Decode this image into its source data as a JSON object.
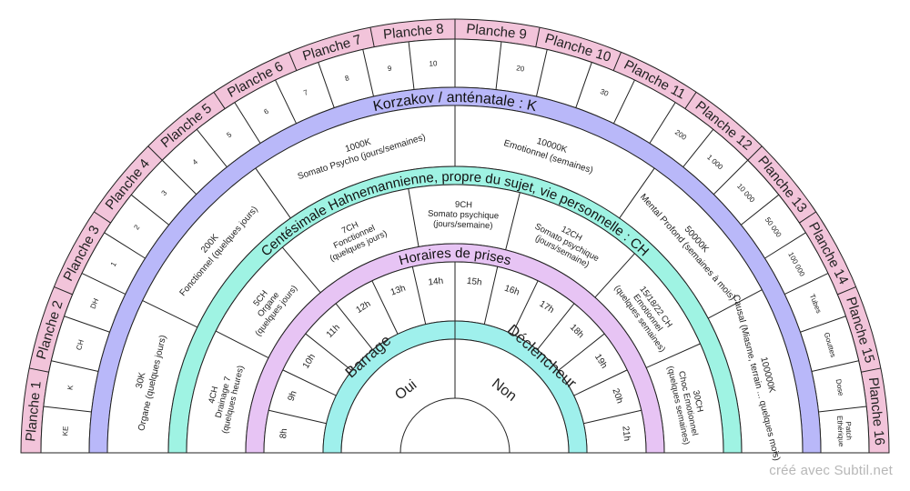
{
  "credit": "créé avec Subtil.net",
  "colors": {
    "planche_band": "#f2c4da",
    "korzakov_band": "#b9b8f9",
    "ch_band": "#9ff3e3",
    "horaires_band": "#e7c4f4",
    "center_band": "#9ff0ec",
    "stroke": "#222222",
    "white": "#ffffff"
  },
  "planches": [
    "Planche 1",
    "Planche 2",
    "Planche 3",
    "Planche 4",
    "Planche 5",
    "Planche 6",
    "Planche 7",
    "Planche 8",
    "Planche 9",
    "Planche 10",
    "Planche 11",
    "Planche 12",
    "Planche 13",
    "Planche 14",
    "Planche 15",
    "Planche 16"
  ],
  "planche_values": [
    "KE",
    "K",
    "CH",
    "DH",
    "1",
    "2",
    "3",
    "4",
    "5",
    "6",
    "7",
    "8",
    "9",
    "10",
    "",
    "20",
    "",
    "30",
    "",
    "200",
    "1 000",
    "10 000",
    "50 000",
    "100 000",
    "Tubes",
    "Gouttes",
    "Dose",
    "Patch Ethérique"
  ],
  "korzakov": {
    "title": "Korzakov / anténatale : K",
    "sections": [
      {
        "value": "30K",
        "detail": "Organe (quelques jours)"
      },
      {
        "value": "200K",
        "detail": "Fonctionnel (quelques jours)"
      },
      {
        "value": "1000K",
        "detail": "Somato Psycho (jours/semaines)"
      },
      {
        "value": "10000K",
        "detail": "Emotionnel (semaines)"
      },
      {
        "value": "50000K",
        "detail": "Mental Profond (semaines à mois)"
      },
      {
        "value": "100000K",
        "detail": "Causal (Miasme, terrain ... quelques mois)"
      }
    ]
  },
  "ch": {
    "title": "Centésimale Hahnemannienne, propre du sujet, vie personnelle : CH",
    "sections": [
      {
        "value": "4CH",
        "detail": "Drainage 7 (quelques heures)"
      },
      {
        "value": "5CH",
        "detail": "Organe (quelques jours)"
      },
      {
        "value": "7CH",
        "detail": "Fonctionnel (quelques jours)"
      },
      {
        "value": "9CH",
        "detail": "Somato psychique (jours/semaine)"
      },
      {
        "value": "12CH",
        "detail": "Somato psychique (jours/semaine)"
      },
      {
        "value": "15/18/22 CH",
        "detail": "Emotionnel (quelques semaines)"
      },
      {
        "value": "30CH",
        "detail": "Choc Emotionnel (quelques semaines)"
      }
    ]
  },
  "horaires": {
    "title": "Horaires de prises",
    "hours": [
      "8h",
      "9h",
      "10h",
      "11h",
      "12h",
      "13h",
      "14h",
      "15h",
      "16h",
      "17h",
      "18h",
      "19h",
      "20h",
      "21h"
    ]
  },
  "center": {
    "left_label": "Barrage",
    "right_label": "Déclencheur",
    "left_answer": "Oui",
    "right_answer": "Non"
  }
}
